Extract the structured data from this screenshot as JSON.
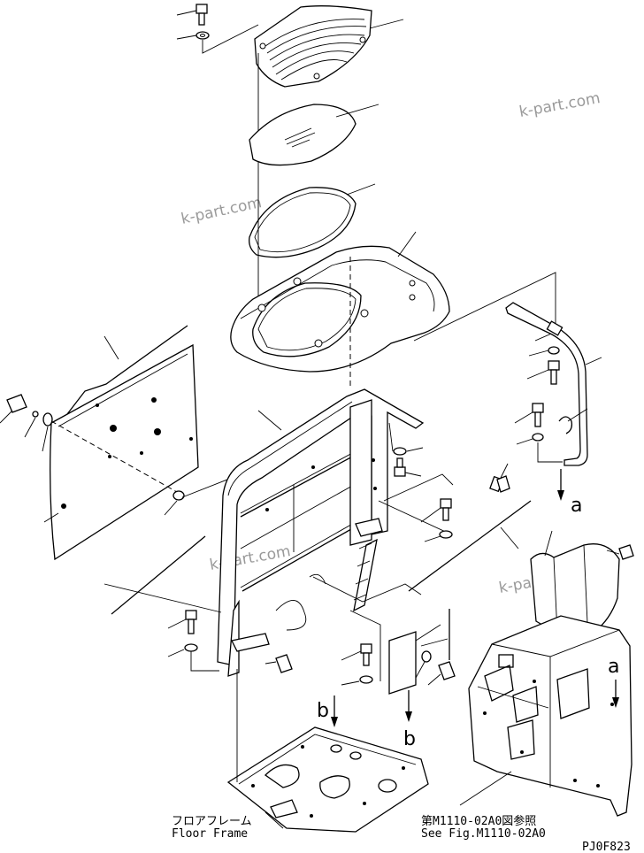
{
  "watermark": "k-part.com",
  "callouts": {
    "a": "a",
    "b": "b"
  },
  "notes": {
    "floor_frame_jp": "フロアフレーム",
    "floor_frame_en": "Floor Frame",
    "see_fig_jp": "第M1110-02A0図参照",
    "see_fig_en": "See Fig.M1110-02A0",
    "figure_code": "PJ0F823"
  }
}
